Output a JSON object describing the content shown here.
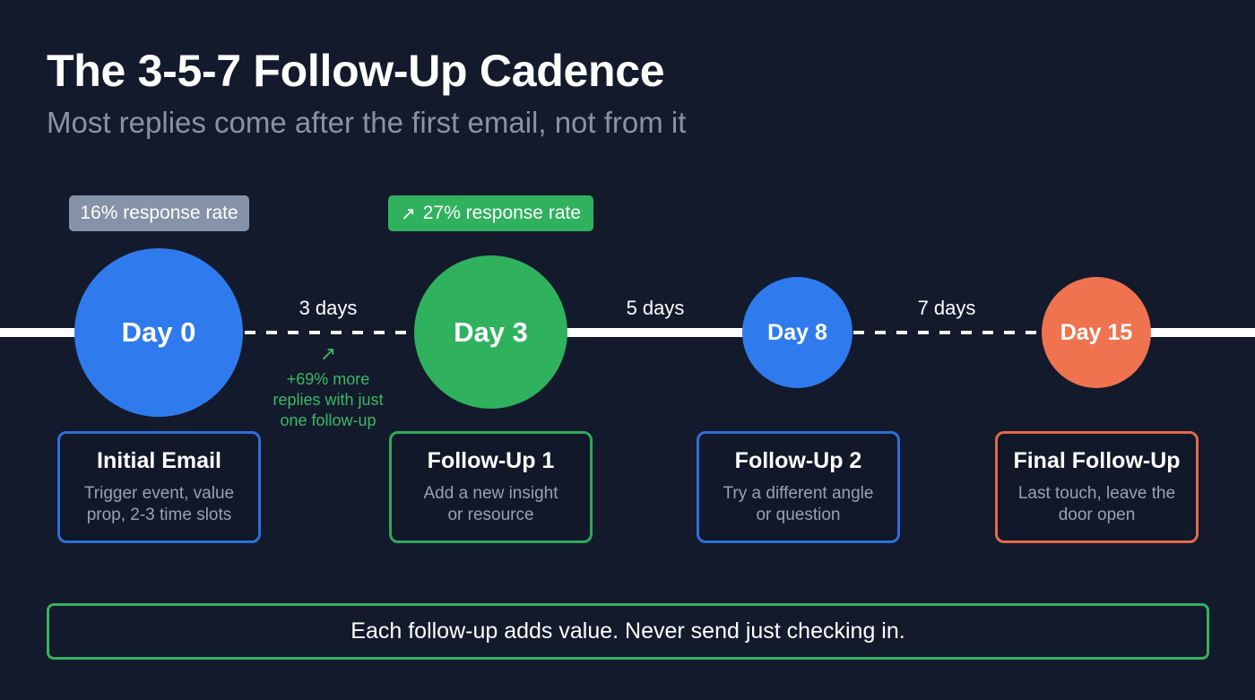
{
  "header": {
    "title": "The 3-5-7 Follow-Up Cadence",
    "subtitle": "Most replies come after the first email, not from it"
  },
  "badges": [
    {
      "label": "16% response rate",
      "icon": null,
      "color": "#8592a7"
    },
    {
      "label": "27% response rate",
      "icon": "trend-up-arrow-icon",
      "icon_glyph": "↗",
      "color": "#2fb15e"
    }
  ],
  "timeline": {
    "steps": [
      {
        "label": "Day 0",
        "color": "#2f7bed"
      },
      {
        "label": "Day 3",
        "color": "#2fb15e"
      },
      {
        "label": "Day 8",
        "color": "#2f7bed"
      },
      {
        "label": "Day 15",
        "color": "#f07350"
      }
    ],
    "gaps": [
      {
        "label": "3 days",
        "style": "dashed"
      },
      {
        "label": "5 days",
        "style": "solid"
      },
      {
        "label": "7 days",
        "style": "dashed"
      }
    ],
    "note": {
      "icon": "trend-up-arrow-icon",
      "icon_glyph": "↗",
      "lines": [
        "+69% more",
        "replies with just",
        "one follow-up"
      ],
      "color": "#3cb865"
    }
  },
  "cards": [
    {
      "title": "Initial Email",
      "lines": [
        "Trigger event, value",
        "prop, 2-3 time slots"
      ],
      "border": "#2f6fd8"
    },
    {
      "title": "Follow-Up 1",
      "lines": [
        "Add a new insight",
        "or resource"
      ],
      "border": "#2fa85a"
    },
    {
      "title": "Follow-Up 2",
      "lines": [
        "Try a different angle",
        "or question"
      ],
      "border": "#2f6fd8"
    },
    {
      "title": "Final Follow-Up",
      "lines": [
        "Last touch, leave the",
        "door open"
      ],
      "border": "#e2694c"
    }
  ],
  "footer": {
    "text": "Each follow-up adds value. Never send just checking in.",
    "border": "#33b261"
  },
  "colors": {
    "background": "#131a2c",
    "text_primary": "#ffffff",
    "text_muted": "#8b93a3"
  }
}
